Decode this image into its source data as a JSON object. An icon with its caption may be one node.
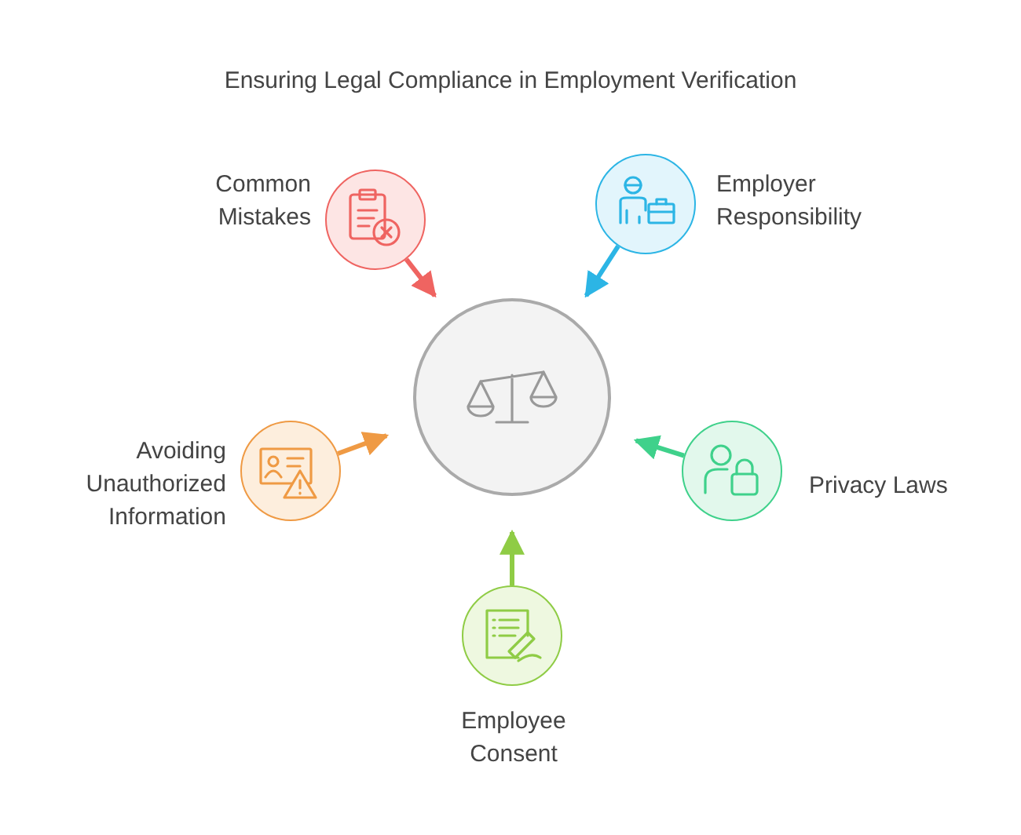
{
  "diagram": {
    "title": "Ensuring Legal Compliance in Employment Verification",
    "nodes": [
      {
        "text": [],
        "shape": "circle"
      },
      {
        "text": [
          "Common Mistakes"
        ]
      },
      {
        "text": [
          "Employer Responsibility"
        ]
      },
      {
        "text": [
          "Avoiding Unauthorized Information"
        ]
      },
      {
        "text": [
          "Privacy Laws"
        ]
      },
      {
        "text": [
          "Employee Consent"
        ]
      }
    ],
    "edges": [
      {
        "from": 1,
        "to": 0,
        "arrow": "to",
        "color": "#ef6461"
      },
      {
        "from": 2,
        "to": 0,
        "arrow": "to",
        "color": "#2cb5e5"
      },
      {
        "from": 3,
        "to": 0,
        "arrow": "to",
        "color": "#ef9a44"
      },
      {
        "from": 4,
        "to": 0,
        "arrow": "to",
        "color": "#3fd18b"
      },
      {
        "from": 5,
        "to": 0,
        "arrow": "to",
        "color": "#8fcc45"
      }
    ]
  }
}
